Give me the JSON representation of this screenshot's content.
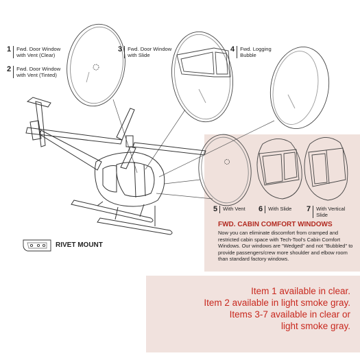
{
  "labels": [
    {
      "num": "1",
      "text": "Fwd. Door Window\nwith Vent (Clear)"
    },
    {
      "num": "2",
      "text": "Fwd. Door Window\nwith Vent (Tinted)"
    },
    {
      "num": "3",
      "text": "Fwd. Door Window\nwith Slide"
    },
    {
      "num": "4",
      "text": "Fwd. Logging\nBubble"
    },
    {
      "num": "5",
      "text": "With Vent"
    },
    {
      "num": "6",
      "text": "With Slide"
    },
    {
      "num": "7",
      "text": "With Vertical\nSlide"
    }
  ],
  "rivet_mount": "RIVET MOUNT",
  "comfort": {
    "title": "FWD. CABIN COMFORT WINDOWS",
    "body": "Now you can eliminate discomfort from cramped and restricted cabin space with Tech-Tool's Cabin Comfort Windows. Our windows are \"Wedged\" and not \"Bubbled\" to provide passengers/crew more shoulder and elbow room than standard factory windows."
  },
  "availability": [
    "Item 1 available in clear.",
    "Item 2 available in light smoke gray.",
    "Items 3-7 available in clear or",
    "light smoke gray."
  ],
  "colors": {
    "accent_red": "#c8281e",
    "title_red": "#b22a20",
    "panel_pink": "#f0e1dc"
  }
}
